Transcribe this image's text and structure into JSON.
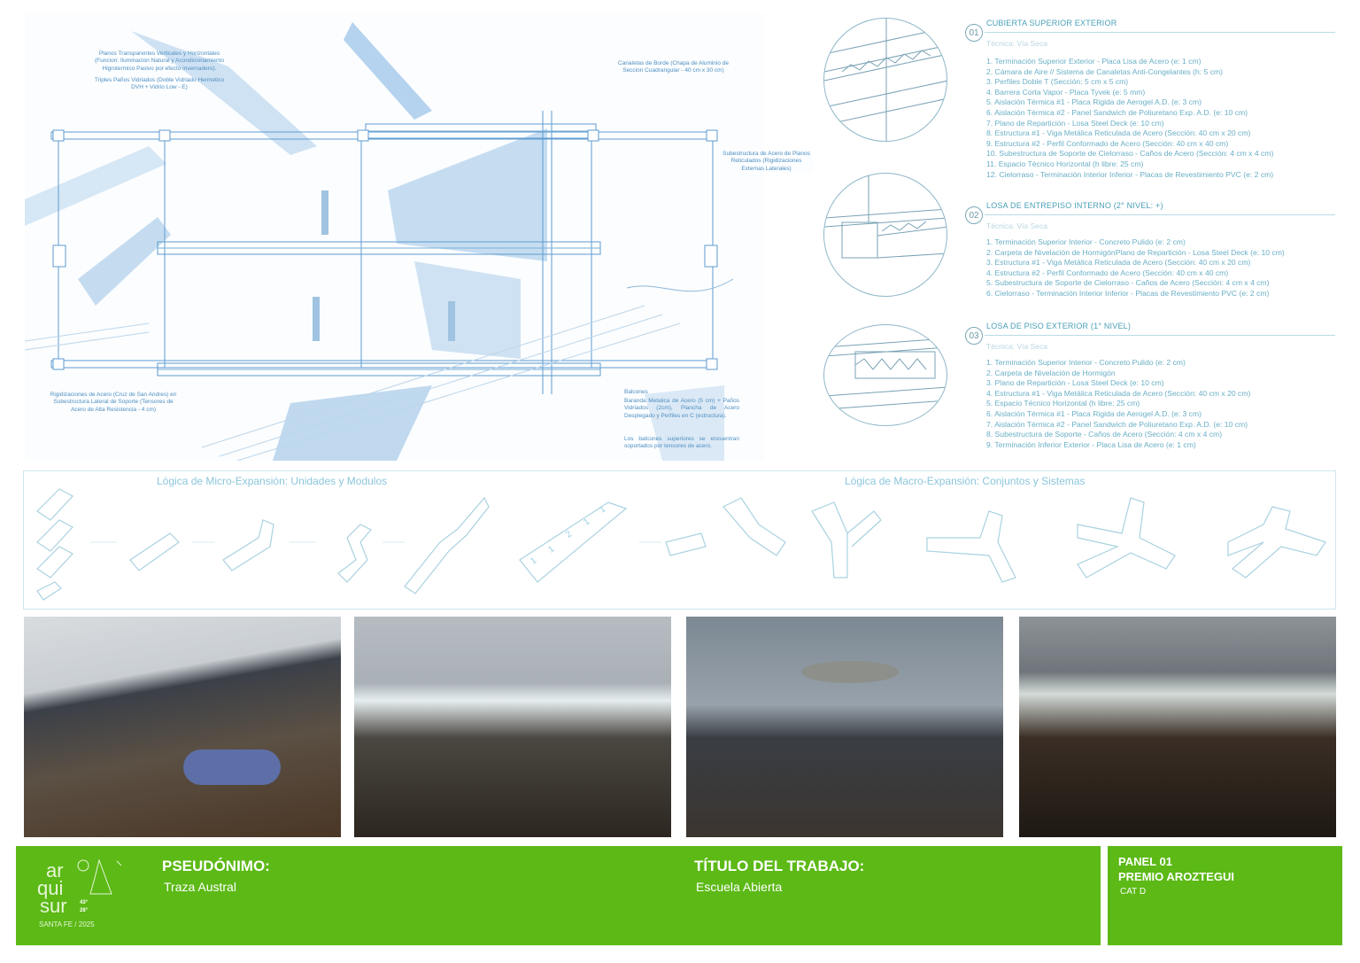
{
  "section_drawing": {
    "notes": {
      "glazing_planes": "Planos Transparentes Verticales y Horizontales (Funcion: Iluminacion Natural y Acondicionamiento Higrotermico Pasivo por efecto invernadero).",
      "glazing_panes": "Triples Paños Vidriados (Doble Vidriado Hermetico DVH + Vidrio Low - E)",
      "gutters": "Canaletas de Borde (Chapa de Aluminio de Seccion Cuadrangular - 40 cm x 30 cm)",
      "substructure": "Subestructura de Acero de Planos Reticulados (Rigidizaciones Externas Laterales)",
      "bracing": "Rigidizaciones de Acero (Cruz de San Andres) en Subestructura Lateral de Soporte (Tensores de Acero de Alta Resistencia - 4 cm)",
      "balconies_title": "Balcones",
      "balconies_desc": "Baranda Metalica de Acero (5 cm) + Paños Vidriados (2cm), Plancha de Acero Desplegado y Perfiles en C (estructura).",
      "balconies_support": "Los balcones superiores se encuentran soportados por tensores de acero."
    }
  },
  "details": [
    {
      "number": "01",
      "title": "CUBIERTA SUPERIOR EXTERIOR",
      "technique": "Técnica: Vía Seca",
      "items": [
        "1. Terminación Superior Exterior - Placa Lisa de Acero (e: 1 cm)",
        "2. Cámara de Aire // Sistema de Canaletas Anti-Congelantes (h: 5 cm)",
        "3. Perfiles Doble T (Sección: 5 cm x 5 cm)",
        "4. Barrera Corta Vapor - Placa Tyvek (e: 5 mm)",
        "5. Aislación Térmica #1 - Placa Rigida de Aerogel A.D. (e: 3 cm)",
        "6. Aislación Térmica #2 - Panel Sandwich de Poliuretano Exp. A.D. (e: 10 cm)",
        "7. Plano de Repartición - Losa Steel Deck (e: 10 cm)",
        "8. Estructura #1 - Viga Metálica Reticulada de Acero (Sección: 40 cm x 20 cm)",
        "9. Estructura #2 - Perfil Conformado de Acero (Sección: 40 cm x 40 cm)",
        "10. Subestructura de Soporte de Cielorraso - Caños de Acero (Sección: 4 cm x 4 cm)",
        "11. Espacio Técnico Horizontal (h libre: 25 cm)",
        "12. Cielorraso - Terminación Interior Inferior - Placas de Revestimiento PVC (e: 2 cm)"
      ]
    },
    {
      "number": "02",
      "title": "LOSA DE ENTREPISO INTERNO (2° NIVEL: +)",
      "technique": "Técnica: Vía Seca",
      "items": [
        "1. Terminación Superior Interior - Concreto Pulido (e: 2 cm)",
        "2. Carpeta de Nivelación de HormigónPlano de Repartición - Losa Steel Deck (e: 10 cm)",
        "3. Estructura #1 - Viga Metálica Reticulada de Acero (Sección: 40 cm x 20 cm)",
        "4. Estructura #2 - Perfil Conformado de Acero (Sección: 40 cm x 40 cm)",
        "5. Subestructura de Soporte de Cielorraso - Caños de Acero (Sección: 4 cm x 4 cm)",
        "6. Cielorraso - Terminación Interior Inferior - Placas de Revestimiento PVC (e: 2 cm)"
      ]
    },
    {
      "number": "03",
      "title": "LOSA DE PISO EXTERIOR (1° NIVEL)",
      "technique": "Técnica: Vía Seca",
      "items": [
        "1. Terminación Superior Interior - Concreto Pulido (e: 2 cm)",
        "2. Carpeta de Nivelación de Hormigón",
        "3. Plano de Repartición - Losa Steel Deck (e: 10 cm)",
        "4. Estructura #1 - Viga Metálica Reticulada de Acero (Sección: 40 cm x 20 cm)",
        "5. Espacio Técnico Horizontal (h libre: 25 cm)",
        "6. Aislación Térmica #1 - Placa Rigida de Aerogel A.D. (e: 3 cm)",
        "7. Aislación Térmica #2 - Panel Sandwich de Poliuretano Exp. A.D. (e: 10 cm)",
        "8. Subestructura de Soporte - Caños de Acero (Sección: 4 cm x 4 cm)",
        "9. Terminación Inferior Exterior - Placa Lisa de Acero (e: 1 cm)"
      ]
    }
  ],
  "expansion": {
    "micro_title": "Lógica de Micro-Expansión: Unidades y Modulos",
    "macro_title": "Lógica de Macro-Expansión: Conjuntos y Sistemas",
    "module_numbers": [
      "1",
      "1",
      "2",
      "1",
      "1"
    ]
  },
  "renders": [
    "library-lounge",
    "cafeteria-hall",
    "museum-exhibit-whale",
    "dining-hall"
  ],
  "footer": {
    "logo": {
      "line1": "ar",
      "line2": "qui",
      "line3": "sur",
      "edition1": "43°",
      "edition2": "28°",
      "place": "SANTA FE / 2025"
    },
    "pseudonym_label": "PSEUDÓNIMO:",
    "pseudonym_value": "Traza Austral",
    "title_label": "TÍTULO DEL TRABAJO:",
    "title_value": "Escuela Abierta",
    "panel": "PANEL 01",
    "prize": "PREMIO AROZTEGUI",
    "category": "CAT D"
  },
  "colors": {
    "accent_green": "#5cb916",
    "drawing_blue": "#4f8fc0",
    "text_teal": "#6aafc6"
  }
}
